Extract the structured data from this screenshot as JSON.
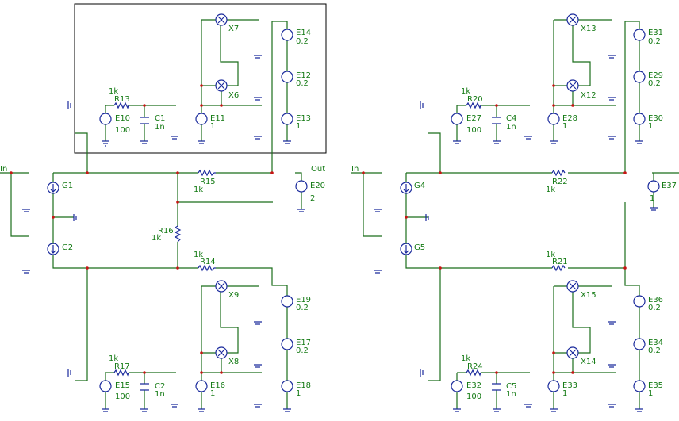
{
  "colors": {
    "wire": "#1b6e1b",
    "symbol": "#1a2a9c",
    "label": "#147a14",
    "node": "#c81414"
  },
  "labels": {
    "in_left": "In",
    "in_right": "In",
    "out": "Out",
    "G1": "G1",
    "G2": "G2",
    "G4": "G4",
    "G5": "G5",
    "R13": "R13",
    "R13v": "1k",
    "R15": "R15",
    "R15v": "1k",
    "R16": "R16",
    "R16v": "1k",
    "R14": "R14",
    "R14v": "1k",
    "R17": "R17",
    "R17v": "1k",
    "R20": "R20",
    "R20v": "1k",
    "R22": "R22",
    "R22v": "1k",
    "R21": "R21",
    "R21v": "1k",
    "R24": "R24",
    "R24v": "1k",
    "C1": "C1",
    "C1v": "1n",
    "C2": "C2",
    "C2v": "1n",
    "C4": "C4",
    "C4v": "1n",
    "C5": "C5",
    "C5v": "1n",
    "X6": "X6",
    "X7": "X7",
    "X8": "X8",
    "X9": "X9",
    "X12": "X12",
    "X13": "X13",
    "X14": "X14",
    "X15": "X15",
    "E10": "E10",
    "E10v": "100",
    "E11": "E11",
    "E11v": "1",
    "E12": "E12",
    "E12v": "0.2",
    "E13": "E13",
    "E13v": "1",
    "E14": "E14",
    "E14v": "0.2",
    "E15": "E15",
    "E15v": "100",
    "E16": "E16",
    "E16v": "1",
    "E17": "E17",
    "E17v": "0.2",
    "E18": "E18",
    "E18v": "1",
    "E19": "E19",
    "E19v": "0.2",
    "E20": "E20",
    "E20v": "2",
    "E27": "E27",
    "E27v": "100",
    "E28": "E28",
    "E28v": "1",
    "E29": "E29",
    "E29v": "0.2",
    "E30": "E30",
    "E30v": "1",
    "E31": "E31",
    "E31v": "0.2",
    "E32": "E32",
    "E32v": "100",
    "E33": "E33",
    "E33v": "1",
    "E34": "E34",
    "E34v": "0.2",
    "E35": "E35",
    "E35v": "1",
    "E36": "E36",
    "E36v": "0.2",
    "E37": "E37",
    "E37v": "1"
  }
}
